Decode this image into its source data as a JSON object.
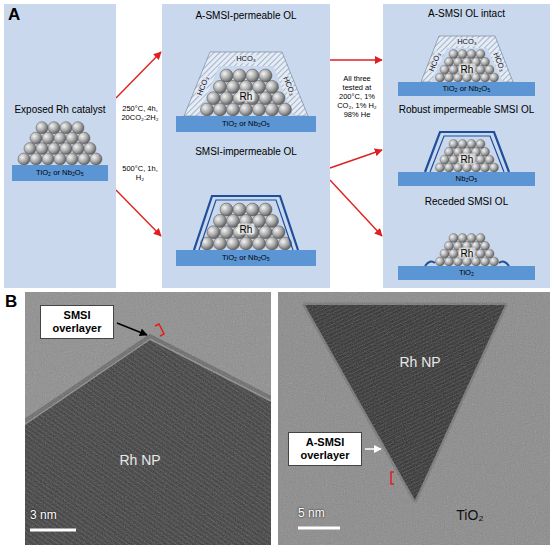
{
  "diagram": {
    "nodes": [
      {
        "text": [
          "Exposed Rh catalyst"
        ]
      },
      {
        "text": [
          "TiO₂ or Nb₂O₅"
        ],
        "in": 0
      },
      {
        "text": [
          "A-SMSI-permeable OL",
          "SMSI-impermeable OL"
        ]
      },
      {
        "text": [
          "TiO₂ or Nb₂O₅"
        ],
        "in": 2
      },
      {
        "text": [
          "TiO₂ or Nb₂O₅"
        ],
        "in": 2
      },
      {
        "text": [
          "A-SMSI OL intact",
          "Robust impermeable SMSI OL",
          "Receded SMSI OL"
        ]
      },
      {
        "text": [
          "TiO₂ or Nb₂O₅"
        ],
        "in": 5
      },
      {
        "text": [
          "Nb₂O₅"
        ],
        "in": 5
      },
      {
        "text": [
          "TiO₂"
        ],
        "in": 5
      },
      {
        "text": [
          "SMSI overlayer"
        ]
      },
      {
        "text": [
          "A-SMSI overlayer"
        ]
      }
    ],
    "edges": [
      {
        "from": 0,
        "to": 2,
        "label": "250°C, 4h, 20CO₂:2H₂",
        "arrow": "to"
      },
      {
        "from": 0,
        "to": 2,
        "label": "500°C, 1h, H₂",
        "arrow": "to"
      },
      {
        "from": 2,
        "to": 5,
        "arrow": "to"
      },
      {
        "from": 2,
        "to": 5,
        "arrow": "to"
      },
      {
        "from": 2,
        "to": 5,
        "arrow": "to"
      }
    ],
    "labels": [
      "A",
      "HCO₃",
      "HCO₃",
      "HCO₃",
      "Rh",
      "Rh",
      "All three tested at 200°C, 1% CO₂, 1% H₂ 98% He",
      "HCO₃",
      "HCO₃",
      "HCO₃",
      "Rh",
      "Rh",
      "Rh",
      "B",
      "Rh NP",
      "3 nm",
      "Rh NP",
      "TiO₂",
      "5 nm"
    ]
  }
}
